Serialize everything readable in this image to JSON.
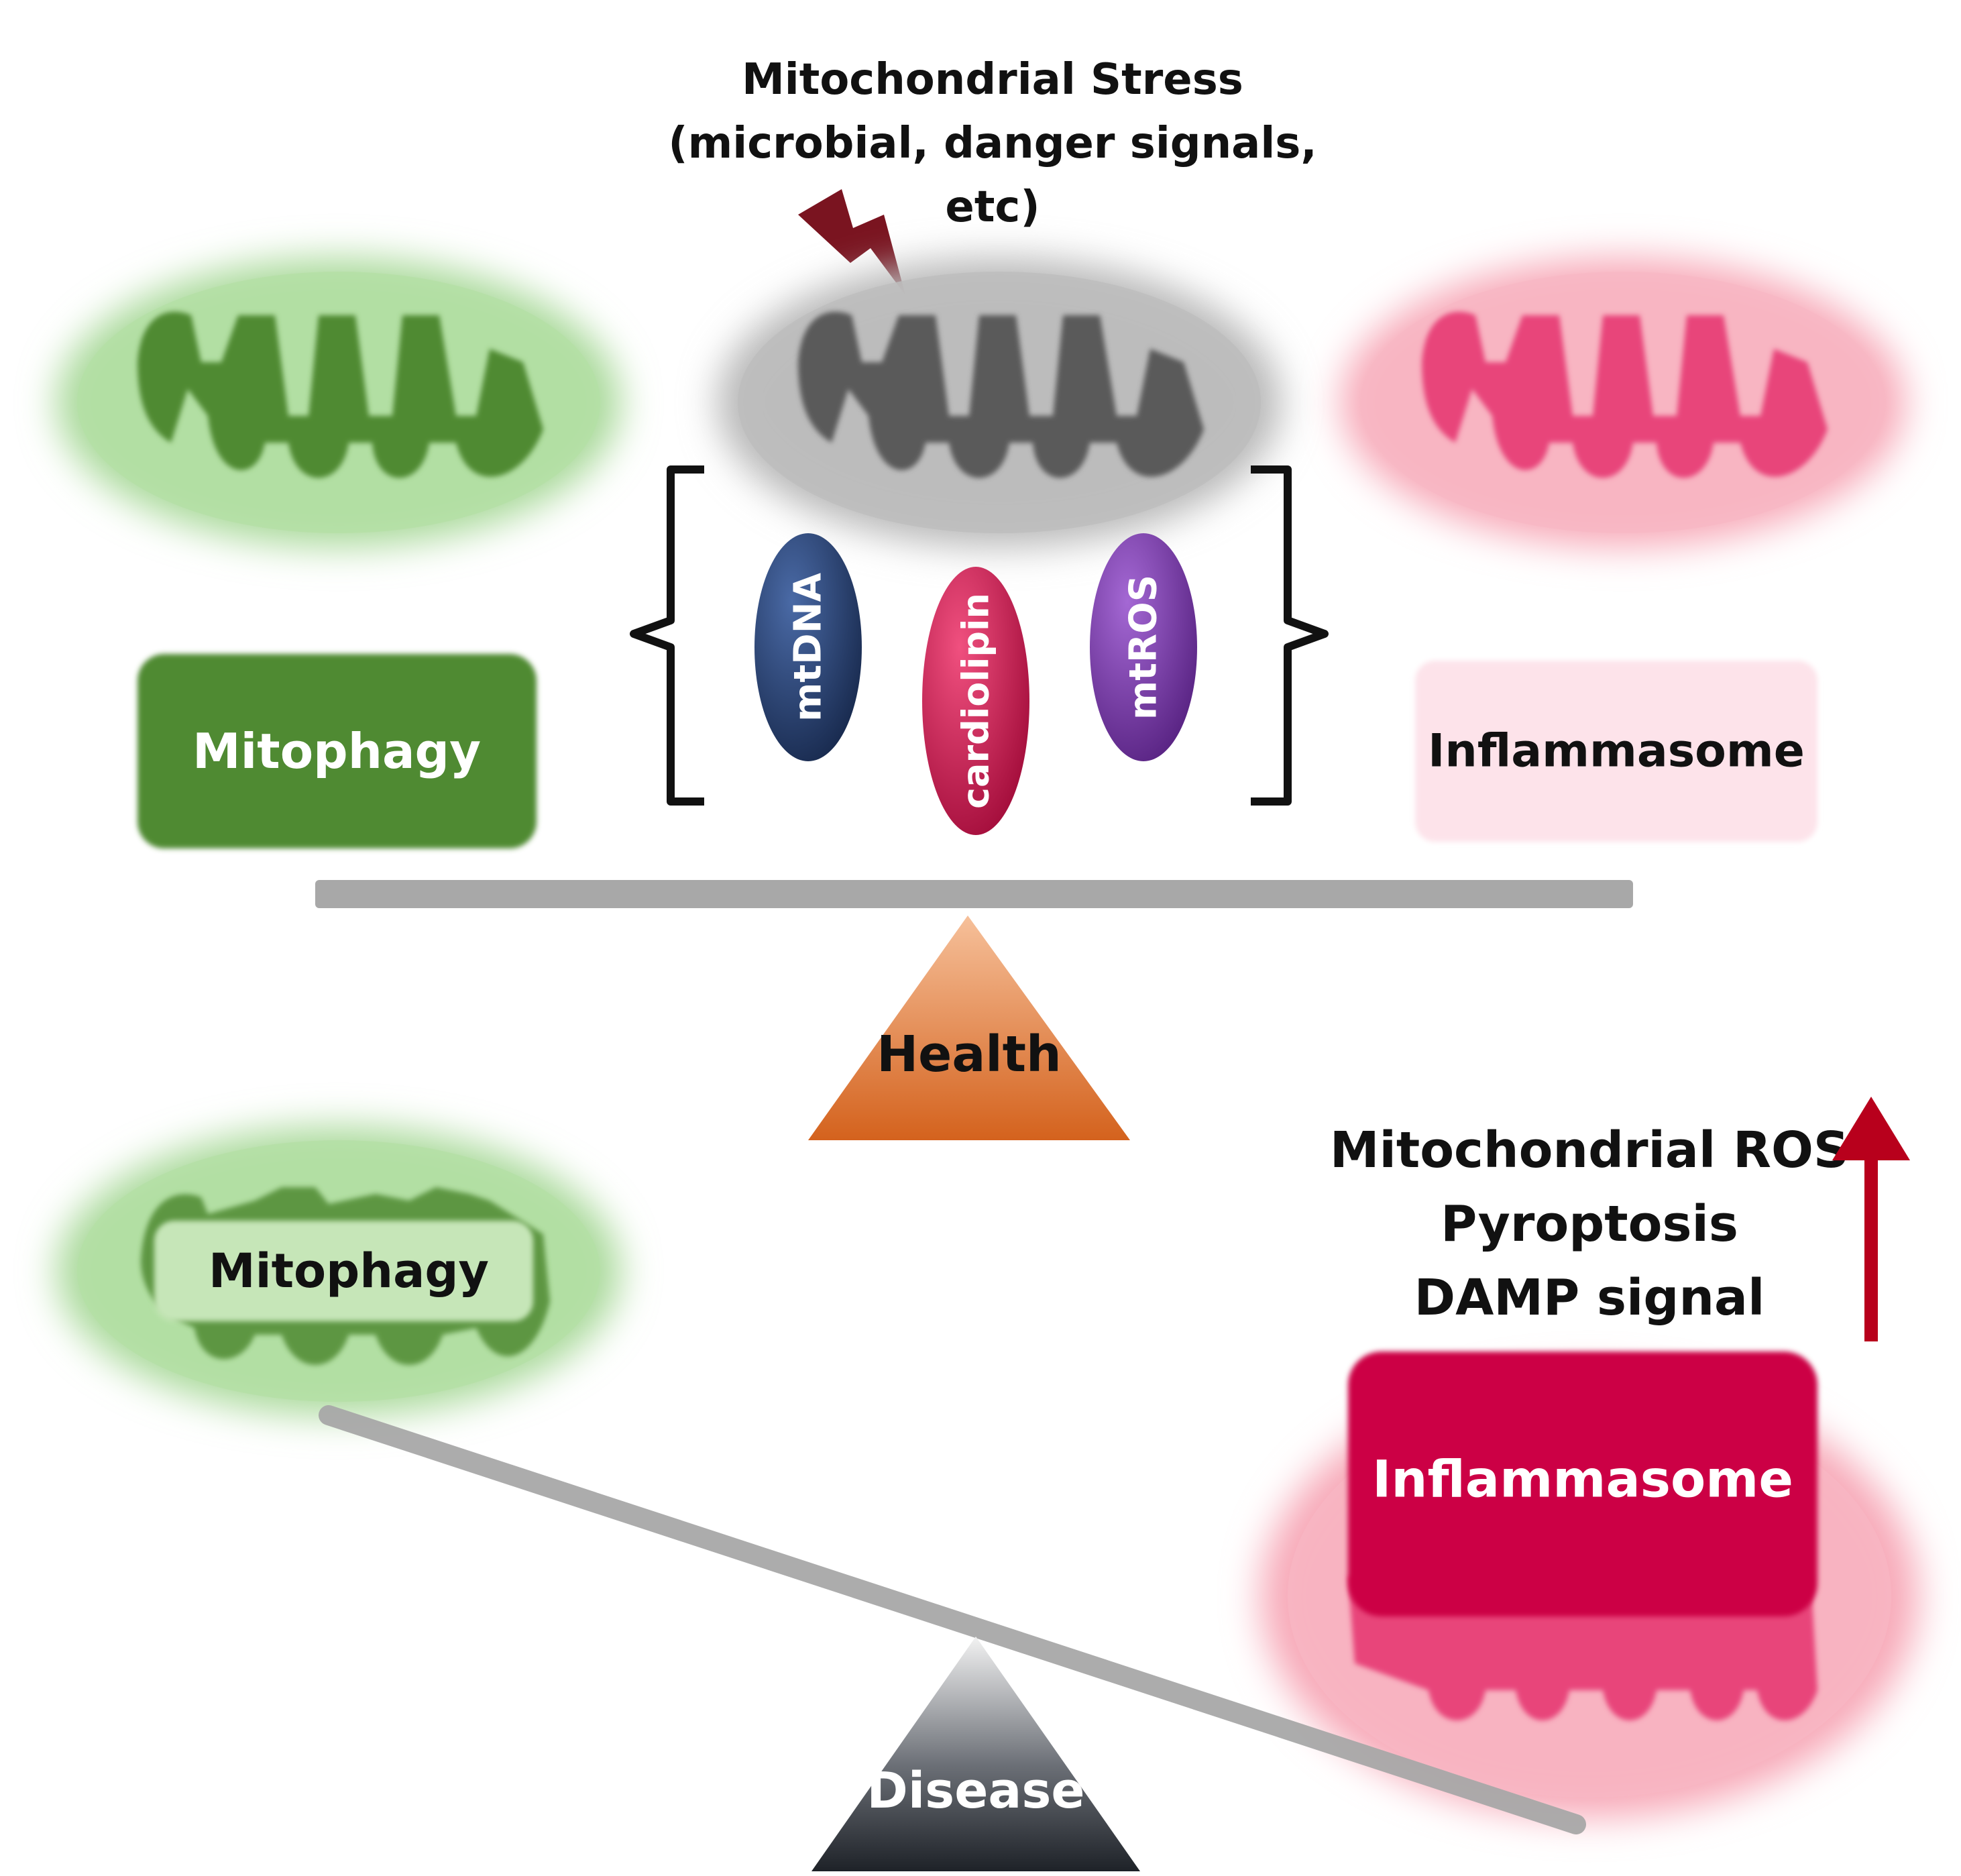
{
  "stress": {
    "line1": "Mitochondrial Stress",
    "line2": "(microbial, danger signals,",
    "line3": "etc)"
  },
  "molecules": {
    "mtdna": "mtDNA",
    "cardiolipin": "cardiolipin",
    "mtros": "mtROS"
  },
  "health": {
    "mitophagy": "Mitophagy",
    "inflammasome": "Inflammasome",
    "fulcrum": "Health"
  },
  "disease": {
    "mitophagy": "Mitophagy",
    "inflammasome": "Inflammasome",
    "fulcrum": "Disease",
    "increase_items": [
      "Mitochondrial ROS",
      "Pyroptosis",
      "DAMP signal"
    ]
  },
  "colors": {
    "green": "#4f8a33",
    "green_glow": "#a9d99a",
    "grey": "#5a5a5a",
    "grey_glow": "#b7b7b7",
    "pink": "#e8457a",
    "pink_glow": "#f7a9b8",
    "crimson": "#cc0044",
    "navy": "#253f6e",
    "magenta": "#c8104a",
    "purple": "#7a3aa8",
    "orange": "#e5884a",
    "dark_red": "#b8001c",
    "bolt": "#7a1420",
    "beam": "#a8a8a8"
  }
}
